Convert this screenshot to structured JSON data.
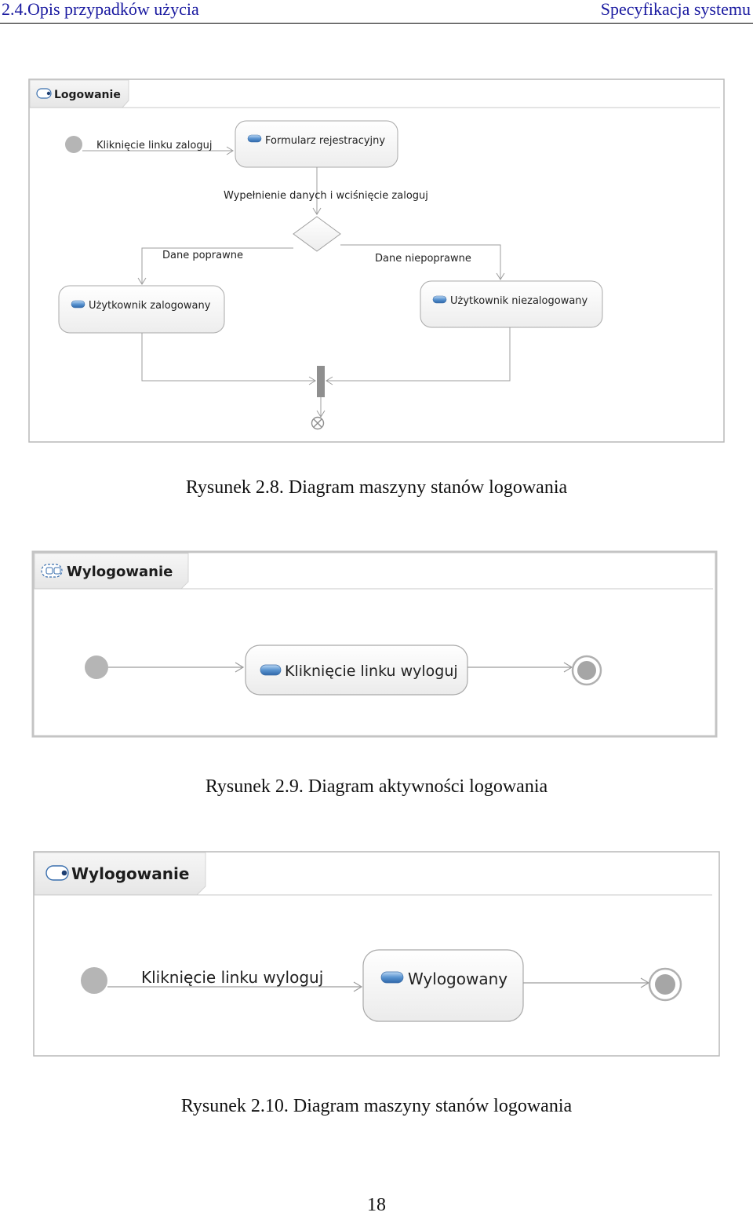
{
  "header": {
    "section": "2.4.Opis przypadków użycia",
    "chapter": "Specyfikacja systemu"
  },
  "figure1": {
    "tab_title": "Logowanie",
    "transition_click_login": "Kliknięcie linku zaloguj",
    "state_form": "Formularz rejestracyjny",
    "transition_fill": "Wypełnienie danych i wciśnięcie zaloguj",
    "guard_ok": "Dane poprawne",
    "guard_bad": "Dane niepoprawne",
    "state_logged": "Użytkownik zalogowany",
    "state_not_logged": "Użytkownik niezalogowany",
    "caption": "Rysunek 2.8. Diagram maszyny stanów logowania"
  },
  "figure2": {
    "tab_title": "Wylogowanie",
    "action": "Kliknięcie linku wyloguj",
    "caption": "Rysunek 2.9. Diagram aktywności logowania"
  },
  "figure3": {
    "tab_title": "Wylogowanie",
    "transition": "Kliknięcie linku wyloguj",
    "state": "Wylogowany",
    "caption": "Rysunek 2.10. Diagram maszyny stanów logowania"
  },
  "page_number": "18"
}
